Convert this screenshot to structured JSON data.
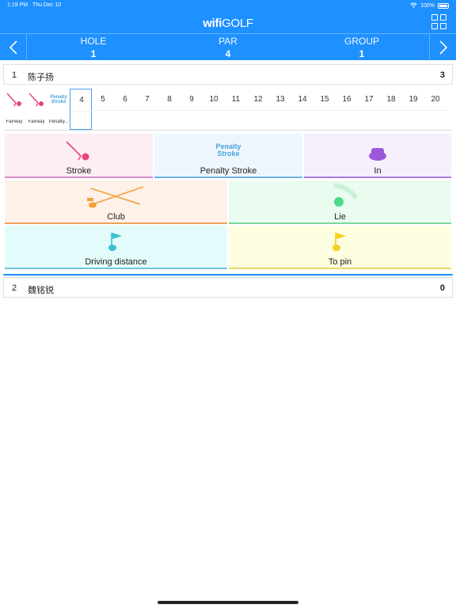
{
  "status_bar": {
    "time": "1:19 PM",
    "date": "Thu Dec 10",
    "battery": "100%"
  },
  "app": {
    "logo_prefix": "wifi",
    "logo_suffix": "GOLF"
  },
  "nav": {
    "hole_label": "HOLE",
    "hole_value": "1",
    "par_label": "PAR",
    "par_value": "4",
    "group_label": "GROUP",
    "group_value": "1"
  },
  "players": [
    {
      "number": "1",
      "name": "陈子扬",
      "score": "3"
    },
    {
      "number": "2",
      "name": "魏铭锐",
      "score": "0"
    }
  ],
  "holes": [
    {
      "label": "",
      "caption": "Fairway",
      "icon": "stroke-icon"
    },
    {
      "label": "",
      "caption": "Fairway",
      "icon": "stroke-icon"
    },
    {
      "label": "",
      "caption": "Penalty...",
      "icon": "penalty-icon",
      "icon_text_1": "Penalty",
      "icon_text_2": "Stroke"
    },
    {
      "label": "4",
      "caption": "",
      "selected": true
    },
    {
      "label": "5"
    },
    {
      "label": "6"
    },
    {
      "label": "7"
    },
    {
      "label": "8"
    },
    {
      "label": "9"
    },
    {
      "label": "10"
    },
    {
      "label": "11"
    },
    {
      "label": "12"
    },
    {
      "label": "13"
    },
    {
      "label": "14"
    },
    {
      "label": "15"
    },
    {
      "label": "16"
    },
    {
      "label": "17"
    },
    {
      "label": "18"
    },
    {
      "label": "19"
    },
    {
      "label": "20"
    }
  ],
  "tiles": {
    "stroke": {
      "label": "Stroke",
      "bg": "#fdeef3",
      "bar": "#d98bc8"
    },
    "penalty": {
      "label": "Penalty Stroke",
      "icon_text_1": "Penalty",
      "icon_text_2": "Stroke",
      "bg": "#eef6fd",
      "bar": "#6fb4e8"
    },
    "in": {
      "label": "In",
      "bg": "#f6effc",
      "bar": "#a77be0"
    },
    "club": {
      "label": "Club",
      "bg": "#fdf1e8",
      "bar": "#f0a25a"
    },
    "lie": {
      "label": "Lie",
      "bg": "#eafbef",
      "bar": "#7bd99a"
    },
    "driving": {
      "label": "Driving distance",
      "bg": "#e4fbfb",
      "bar": "#6cc7d8"
    },
    "to_pin": {
      "label": "To pin",
      "bg": "#fdfde0",
      "bar": "#ead86b"
    }
  },
  "colors": {
    "primary": "#1e90ff",
    "stroke_pink": "#e8427f",
    "penalty_blue": "#4aa3e0",
    "in_purple": "#9b59d9",
    "club_orange": "#f5a03a",
    "lie_green": "#4cd98a",
    "flag_teal": "#39c2cf",
    "flag_yellow": "#f2d21b"
  }
}
